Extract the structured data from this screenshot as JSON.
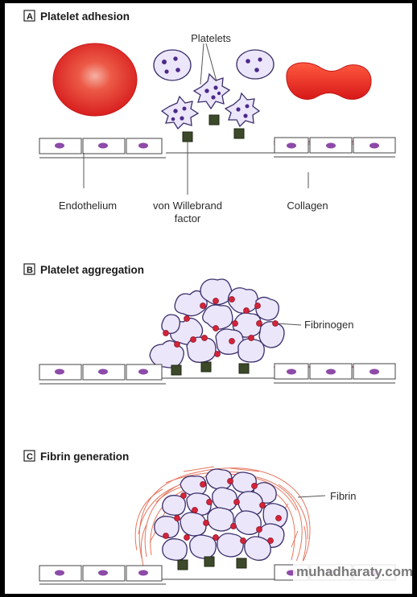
{
  "panels": [
    {
      "letter": "A",
      "title": "Platelet adhesion"
    },
    {
      "letter": "B",
      "title": "Platelet aggregation"
    },
    {
      "letter": "C",
      "title": "Fibrin generation"
    }
  ],
  "labels": {
    "platelets": "Platelets",
    "endothelium": "Endothelium",
    "vwf_line1": "von Willebrand",
    "vwf_line2": "factor",
    "collagen": "Collagen",
    "fibrinogen": "Fibrinogen",
    "fibrin": "Fibrin"
  },
  "watermark": "muhadharaty.com",
  "colors": {
    "red_cell": "#e8312b",
    "platelet_fill": "#ece6fb",
    "platelet_dot": "#4b2a8a",
    "endothelium_fill": "#ffffff",
    "nucleus": "#8d4aa8",
    "vwf": "#3d4a2a",
    "bridge": "#d3243a",
    "fibrin": "#e06045"
  }
}
